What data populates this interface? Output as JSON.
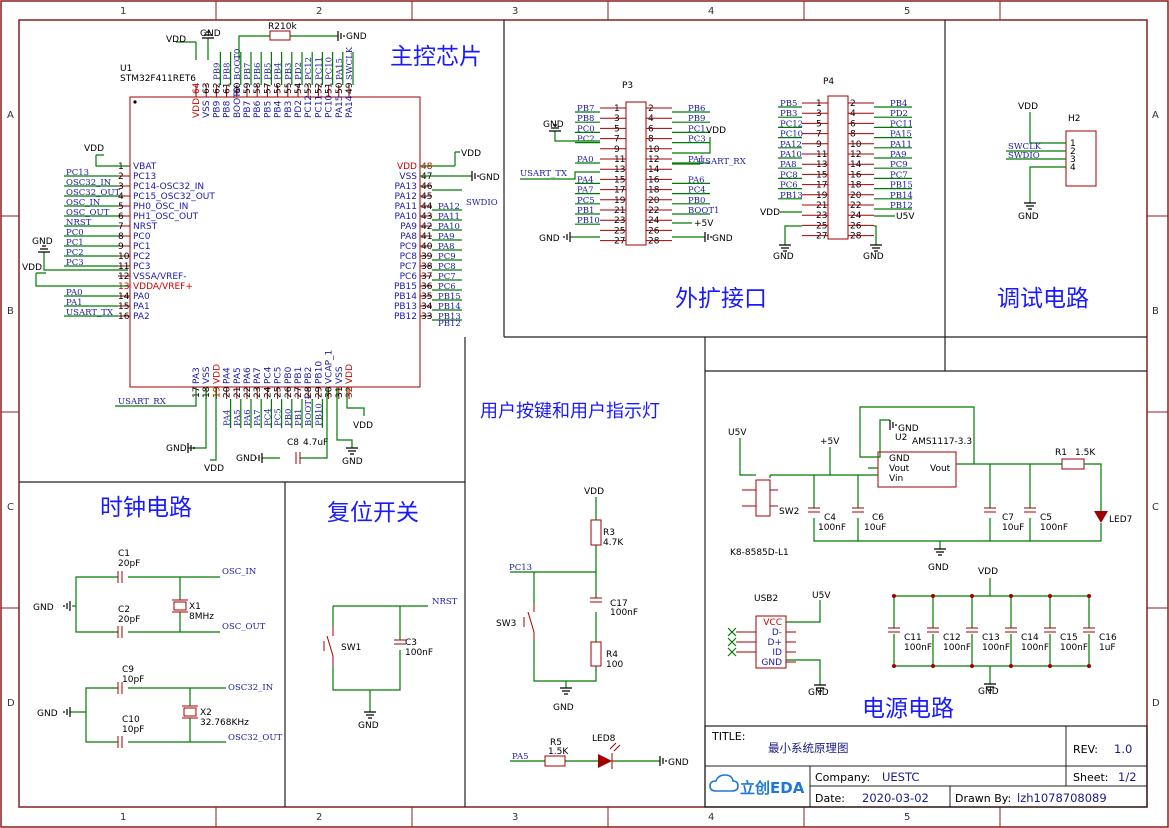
{
  "grid": {
    "cols": [
      "1",
      "2",
      "3",
      "4",
      "5"
    ],
    "rows": [
      "A",
      "B",
      "C",
      "D"
    ]
  },
  "sections": {
    "mcu": "主控芯片",
    "expansion": "外扩接口",
    "debug": "调试电路",
    "clock": "时钟电路",
    "reset": "复位开关",
    "buttons": "用户按键和用户指示灯",
    "power": "电源电路"
  },
  "mcu": {
    "ref": "U1",
    "part": "STM32F411RET6",
    "r2": "R2",
    "r2_val": "10k",
    "vdd": "VDD",
    "gnd": "GND",
    "left_pins": [
      {
        "num": "1",
        "name": "VBAT",
        "net": ""
      },
      {
        "num": "2",
        "name": "PC13",
        "net": "PC13"
      },
      {
        "num": "3",
        "name": "PC14-OSC32_IN",
        "net": "OSC32_IN"
      },
      {
        "num": "4",
        "name": "PC15_OSC32_OUT",
        "net": "OSC32_OUT"
      },
      {
        "num": "5",
        "name": "PH0_OSC_IN",
        "net": "OSC_IN"
      },
      {
        "num": "6",
        "name": "PH1_OSC_OUT",
        "net": "OSC_OUT"
      },
      {
        "num": "7",
        "name": "NRST",
        "net": "NRST"
      },
      {
        "num": "8",
        "name": "PC0",
        "net": "PC0"
      },
      {
        "num": "9",
        "name": "PC1",
        "net": "PC1"
      },
      {
        "num": "10",
        "name": "PC2",
        "net": "PC2"
      },
      {
        "num": "11",
        "name": "PC3",
        "net": "PC3"
      },
      {
        "num": "12",
        "name": "VSSA/VREF-",
        "net": ""
      },
      {
        "num": "13",
        "name": "VDDA/VREF+",
        "net": ""
      },
      {
        "num": "14",
        "name": "PA0",
        "net": "PA0"
      },
      {
        "num": "15",
        "name": "PA1",
        "net": "PA1"
      },
      {
        "num": "16",
        "name": "PA2",
        "net": "USART_TX"
      }
    ],
    "right_pins": [
      {
        "num": "48",
        "name": "VDD",
        "net": ""
      },
      {
        "num": "47",
        "name": "VSS",
        "net": ""
      },
      {
        "num": "46",
        "name": "PA13",
        "net": "SWDIO"
      },
      {
        "num": "45",
        "name": "PA12",
        "net": ""
      },
      {
        "num": "44",
        "name": "PA11",
        "net": "PA12"
      },
      {
        "num": "43",
        "name": "PA10",
        "net": "PA11"
      },
      {
        "num": "42",
        "name": "PA9",
        "net": "PA10"
      },
      {
        "num": "41",
        "name": "PA8",
        "net": "PA9"
      },
      {
        "num": "40",
        "name": "PC9",
        "net": "PA8"
      },
      {
        "num": "39",
        "name": "PC8",
        "net": "PC9"
      },
      {
        "num": "38",
        "name": "PC7",
        "net": "PC8"
      },
      {
        "num": "37",
        "name": "PC6",
        "net": "PC7"
      },
      {
        "num": "36",
        "name": "PB15",
        "net": "PC6"
      },
      {
        "num": "35",
        "name": "PB14",
        "net": "PB15"
      },
      {
        "num": "34",
        "name": "PB13",
        "net": "PB14"
      },
      {
        "num": "33",
        "name": "PB12",
        "net": "PB13"
      }
    ],
    "right_extra_net": "PB12",
    "top_pins": [
      {
        "num": "64",
        "name": "VDD",
        "net": ""
      },
      {
        "num": "63",
        "name": "VSS",
        "net": ""
      },
      {
        "num": "62",
        "name": "PB9",
        "net": "PB9"
      },
      {
        "num": "61",
        "name": "PB8",
        "net": "PB8"
      },
      {
        "num": "60",
        "name": "BOOT0",
        "net": "BOOT0"
      },
      {
        "num": "59",
        "name": "PB7",
        "net": "PB7"
      },
      {
        "num": "58",
        "name": "PB6",
        "net": "PB6"
      },
      {
        "num": "57",
        "name": "PB5",
        "net": "PB5"
      },
      {
        "num": "56",
        "name": "PB4",
        "net": "PB4"
      },
      {
        "num": "55",
        "name": "PB3",
        "net": "PB3"
      },
      {
        "num": "54",
        "name": "PD2",
        "net": "PD2"
      },
      {
        "num": "53",
        "name": "PC12",
        "net": "PC12"
      },
      {
        "num": "52",
        "name": "PC11",
        "net": "PC11"
      },
      {
        "num": "51",
        "name": "PC10",
        "net": "PC10"
      },
      {
        "num": "50",
        "name": "PA15",
        "net": "PA15"
      },
      {
        "num": "49",
        "name": "PA14",
        "net": "SWCLK"
      }
    ],
    "bottom_pins": [
      {
        "num": "17",
        "name": "PA3",
        "net": ""
      },
      {
        "num": "18",
        "name": "VSS",
        "net": ""
      },
      {
        "num": "19",
        "name": "VDD",
        "net": ""
      },
      {
        "num": "20",
        "name": "PA4",
        "net": "PA4"
      },
      {
        "num": "21",
        "name": "PA5",
        "net": "PA5"
      },
      {
        "num": "22",
        "name": "PA6",
        "net": "PA6"
      },
      {
        "num": "23",
        "name": "PA7",
        "net": "PA7"
      },
      {
        "num": "24",
        "name": "PC4",
        "net": "PC4"
      },
      {
        "num": "25",
        "name": "PC5",
        "net": "PC5"
      },
      {
        "num": "26",
        "name": "PB0",
        "net": "PB0"
      },
      {
        "num": "27",
        "name": "PB1",
        "net": "PB1"
      },
      {
        "num": "28",
        "name": "PB2",
        "net": "BOOT1"
      },
      {
        "num": "29",
        "name": "PB10",
        "net": "PB10"
      },
      {
        "num": "30",
        "name": "VCAP_1",
        "net": ""
      },
      {
        "num": "31",
        "name": "VSS",
        "net": ""
      },
      {
        "num": "32",
        "name": "VDD",
        "net": ""
      }
    ],
    "usart_rx": "USART_RX",
    "c8": "C8",
    "c8_val": "4.7uF"
  },
  "p3": {
    "ref": "P3",
    "pins": [
      {
        "odd": "1",
        "even": "2",
        "l": "PB7",
        "r": "PB6"
      },
      {
        "odd": "3",
        "even": "4",
        "l": "PB8",
        "r": "PB9"
      },
      {
        "odd": "5",
        "even": "6",
        "l": "PC0",
        "r": "PC1"
      },
      {
        "odd": "7",
        "even": "8",
        "l": "PC2",
        "r": "PC3"
      },
      {
        "odd": "9",
        "even": "10",
        "l": "",
        "r": ""
      },
      {
        "odd": "11",
        "even": "12",
        "l": "PA0",
        "r": "PA1"
      },
      {
        "odd": "13",
        "even": "14",
        "l": "",
        "r": ""
      },
      {
        "odd": "15",
        "even": "16",
        "l": "PA4",
        "r": "PA6"
      },
      {
        "odd": "17",
        "even": "18",
        "l": "PA7",
        "r": "PC4"
      },
      {
        "odd": "19",
        "even": "20",
        "l": "PC5",
        "r": "PB0"
      },
      {
        "odd": "21",
        "even": "22",
        "l": "PB1",
        "r": "BOOT1"
      },
      {
        "odd": "23",
        "even": "24",
        "l": "PB10",
        "r": ""
      },
      {
        "odd": "25",
        "even": "26",
        "l": "",
        "r": ""
      },
      {
        "odd": "27",
        "even": "28",
        "l": "",
        "r": ""
      }
    ],
    "usart_tx": "USART_TX",
    "usart_rx": "USART_RX",
    "plus5v": "+5V",
    "vdd": "VDD",
    "gnd": "GND"
  },
  "p4": {
    "ref": "P4",
    "pins": [
      {
        "odd": "1",
        "even": "2",
        "l": "PB5",
        "r": "PB4"
      },
      {
        "odd": "3",
        "even": "4",
        "l": "PB3",
        "r": "PD2"
      },
      {
        "odd": "5",
        "even": "6",
        "l": "PC12",
        "r": "PC11"
      },
      {
        "odd": "7",
        "even": "8",
        "l": "PC10",
        "r": "PA15"
      },
      {
        "odd": "9",
        "even": "10",
        "l": "PA12",
        "r": "PA11"
      },
      {
        "odd": "11",
        "even": "12",
        "l": "PA10",
        "r": "PA9"
      },
      {
        "odd": "13",
        "even": "14",
        "l": "PA8",
        "r": "PC9"
      },
      {
        "odd": "15",
        "even": "16",
        "l": "PC8",
        "r": "PC7"
      },
      {
        "odd": "17",
        "even": "18",
        "l": "PC6",
        "r": "PB15"
      },
      {
        "odd": "19",
        "even": "20",
        "l": "PB13",
        "r": "PB14"
      },
      {
        "odd": "21",
        "even": "22",
        "l": "",
        "r": "PB12"
      },
      {
        "odd": "23",
        "even": "24",
        "l": "",
        "r": ""
      },
      {
        "odd": "25",
        "even": "26",
        "l": "",
        "r": ""
      },
      {
        "odd": "27",
        "even": "28",
        "l": "",
        "r": ""
      }
    ],
    "vdd": "VDD",
    "u5v": "U5V",
    "gnd": "GND"
  },
  "h2": {
    "ref": "H2",
    "vdd": "VDD",
    "gnd": "GND",
    "swclk": "SWCLK",
    "swdio": "SWDIO",
    "pins": [
      "1",
      "2",
      "3",
      "4"
    ]
  },
  "clock": {
    "c1": "C1",
    "c1_val": "20pF",
    "c2": "C2",
    "c2_val": "20pF",
    "x1": "X1",
    "x1_val": "8MHz",
    "osc_in": "OSC_IN",
    "osc_out": "OSC_OUT",
    "c9": "C9",
    "c9_val": "10pF",
    "c10": "C10",
    "c10_val": "10pF",
    "x2": "X2",
    "x2_val": "32.768KHz",
    "osc32_in": "OSC32_IN",
    "osc32_out": "OSC32_OUT",
    "gnd": "GND"
  },
  "reset": {
    "nrst": "NRST",
    "sw1": "SW1",
    "c3": "C3",
    "c3_val": "100nF",
    "gnd": "GND"
  },
  "buttons": {
    "vdd": "VDD",
    "r3": "R3",
    "r3_val": "4.7K",
    "pc13": "PC13",
    "sw3": "SW3",
    "c17": "C17",
    "c17_val": "100nF",
    "r4": "R4",
    "r4_val": "100",
    "gnd": "GND",
    "pa5": "PA5",
    "r5": "R5",
    "r5_val": "1.5K",
    "led8": "LED8",
    "gnd2": "GND"
  },
  "power": {
    "u5v": "U5V",
    "plus5v": "+5V",
    "sw2": "SW2",
    "sw2_part": "K8-8585D-L1",
    "c4": "C4",
    "c4_val": "100nF",
    "c6": "C6",
    "c6_val": "10uF",
    "u2": "U2",
    "u2_part": "AMS1117-3.3",
    "u2_gnd": "GND",
    "u2_vout": "Vout",
    "u2_vin": "Vin",
    "u2_vout_r": "Vout",
    "gnd_top": "GND",
    "c7": "C7",
    "c7_val": "10uF",
    "c5": "C5",
    "c5_val": "100nF",
    "r1": "R1",
    "r1_val": "1.5K",
    "led7": "LED7",
    "gnd": "GND",
    "usb2": "USB2",
    "usb_u5v": "U5V",
    "usb_pins": [
      "VCC",
      "D-",
      "D+",
      "ID",
      "GND"
    ],
    "usb_gnd": "GND",
    "vdd": "VDD",
    "caps": [
      {
        "ref": "C11",
        "val": "100nF"
      },
      {
        "ref": "C12",
        "val": "100nF"
      },
      {
        "ref": "C13",
        "val": "100nF"
      },
      {
        "ref": "C14",
        "val": "100nF"
      },
      {
        "ref": "C15",
        "val": "100nF"
      },
      {
        "ref": "C16",
        "val": "1uF"
      }
    ],
    "gnd2": "GND"
  },
  "title_block": {
    "title_label": "TITLE:",
    "title": "最小系统原理图",
    "rev_label": "REV:",
    "rev": "1.0",
    "company_label": "Company:",
    "company": "UESTC",
    "sheet_label": "Sheet:",
    "sheet": "1/2",
    "date_label": "Date:",
    "date": "2020-03-02",
    "drawn_label": "Drawn By:",
    "drawn": "lzh1078708089",
    "logo": "立创EDA",
    "logo_color": "#1e78d8"
  },
  "colors": {
    "wire": "#007a00",
    "component": "#a00000",
    "net_label": "#1a1aa8",
    "section_title": "#1a1aff",
    "border": "#8a1f1f"
  }
}
